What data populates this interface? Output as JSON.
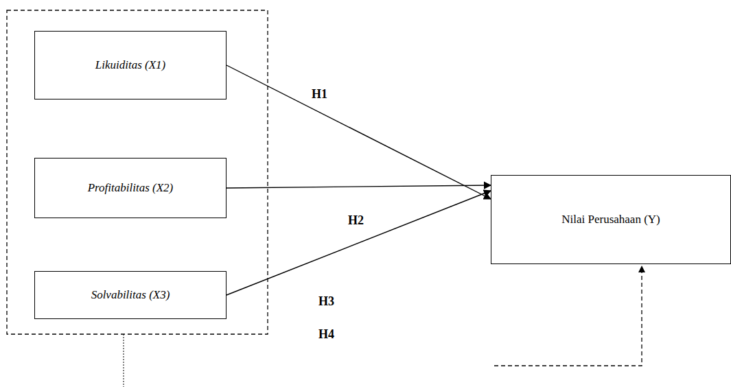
{
  "diagram": {
    "nodes": [
      {
        "text": [
          "Likuiditas (X1)"
        ]
      },
      {
        "text": [
          "Profitabilitas (X2)"
        ]
      },
      {
        "text": [
          "Solvabilitas (X3)"
        ]
      },
      {
        "text": [
          "Nilai Perusahaan (Y)"
        ]
      }
    ],
    "edges": [
      {
        "from": 0,
        "to": 3,
        "arrow": "to"
      },
      {
        "from": 1,
        "to": 3,
        "arrow": "to"
      },
      {
        "from": 2,
        "to": 3,
        "arrow": "to"
      }
    ],
    "labels": [
      "H1",
      "H2",
      "H3",
      "H4"
    ]
  }
}
